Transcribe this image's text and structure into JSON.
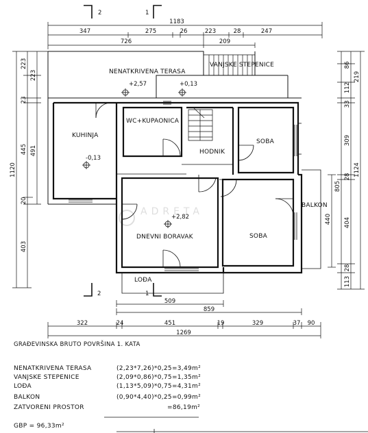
{
  "section_marks": {
    "left": "2",
    "right": "1"
  },
  "top_dims": {
    "total": "1183",
    "row1": [
      "347",
      "275",
      "26",
      "223",
      "28",
      "247"
    ],
    "row2": [
      "726",
      "209"
    ]
  },
  "left_dims": {
    "total": "1120",
    "seg_a": [
      "223",
      "223"
    ],
    "seg_b": [
      "23",
      "445",
      "20"
    ],
    "seg_b2": "491",
    "seg_c": "403"
  },
  "right_dims": {
    "total": "1124",
    "outer": [
      "86",
      "219",
      "112",
      "33",
      "309",
      "28",
      "404",
      "28",
      "113"
    ],
    "balcony": [
      "805",
      "440"
    ]
  },
  "bottom_dims": {
    "d509": "509",
    "d859": "859",
    "row": [
      "322",
      "24",
      "451",
      "19",
      "329",
      "37",
      "90"
    ],
    "total": "1269"
  },
  "rooms": {
    "terrace": "NENATKRIVENA TERASA",
    "stairs": "VANJSKE STEPENICE",
    "kitchen": "KUHINJA",
    "wc": "WC+KUPAONICA",
    "hall": "HODNIK",
    "room1": "SOBA",
    "room2": "SOBA",
    "living": "DNEVNI BORAVAK",
    "balcony": "BALKON",
    "loggia": "LOĐA"
  },
  "levels": {
    "terrace_a": "+2,57",
    "terrace_b": "+0,13",
    "kitchen": "-0,13",
    "living": "+2,82"
  },
  "section_marks_bottom": {
    "left": "2",
    "right": "1"
  },
  "watermark": "ADRETA",
  "table": {
    "title": "GRAĐEVINSKA BRUTO POVRŠINA 1. KATA",
    "rows": [
      {
        "label": "NENATKRIVENA TERASA",
        "formula": "(2,23*7,26)*0,25=3,49m²"
      },
      {
        "label": "VANJSKE STEPENICE",
        "formula": "(2,09*0,86)*0,75=1,35m²"
      },
      {
        "label": "LOĐA",
        "formula": "(1,13*5,09)*0,75=4,31m²"
      },
      {
        "label": "BALKON",
        "formula": "(0,90*4,40)*0,25=0,99m²"
      },
      {
        "label": "ZATVORENI PROSTOR",
        "formula": "=86,19m²"
      }
    ],
    "total": "GBP = 96,33m²"
  }
}
